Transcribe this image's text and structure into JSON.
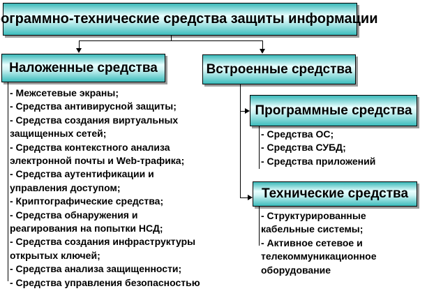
{
  "title": "Программно-технические средства защиты информации",
  "overlay": {
    "label": "Наложенные средства",
    "items": [
      [
        "- Межсетевые экраны;"
      ],
      [
        "- Средства антивирусной защиты;"
      ],
      [
        "- Средства создания виртуальных",
        "защищенных сетей;"
      ],
      [
        "- Средства контекстного анализа",
        "электронной почты и Web-трафика;"
      ],
      [
        "- Средства аутентификации и",
        "управления доступом;"
      ],
      [
        "- Криптографические средства;"
      ],
      [
        "- Средства обнаружения и",
        "реагирования на попытки НСД;"
      ],
      [
        "- Средства создания инфраструктуры",
        "открытых ключей;"
      ],
      [
        "- Средства анализа защищенности;"
      ],
      [
        "- Средства управления безопасностью"
      ]
    ]
  },
  "builtin": {
    "label": "Встроенные средства",
    "software": {
      "label": "Программные средства",
      "items": [
        [
          "- Средства ОС;"
        ],
        [
          "- Средства СУБД;"
        ],
        [
          "- Средства приложений"
        ]
      ]
    },
    "hardware": {
      "label": "Технические средства",
      "items": [
        [
          "- Структурированные",
          "кабельные системы;"
        ],
        [
          "- Активное сетевое и",
          "телекоммуникационное",
          "оборудование"
        ]
      ]
    }
  },
  "colors": {
    "box_teal": "#3ab8b8",
    "box_light": "#e8ffff"
  }
}
